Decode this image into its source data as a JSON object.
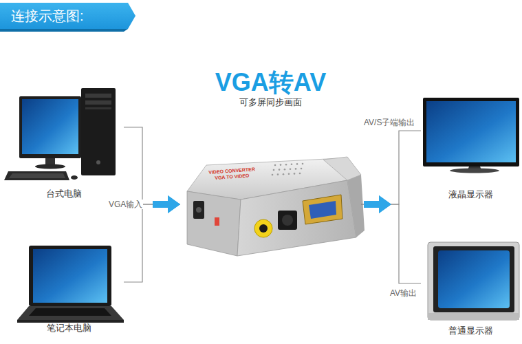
{
  "diagram": {
    "title": "连接示意图:",
    "nodes": [
      {
        "text": [
          "台式电脑"
        ]
      },
      {
        "text": [
          "笔记本电脑"
        ]
      },
      {
        "text": [
          "VGA转AV",
          "可多屏同步画面"
        ]
      },
      {
        "text": [
          "液晶显示器"
        ]
      },
      {
        "text": [
          "普通显示器"
        ]
      }
    ],
    "edges": [
      {
        "from": 0,
        "to": 2,
        "label": "VGA输入",
        "arrow": "to"
      },
      {
        "from": 1,
        "to": 2,
        "arrow": "to"
      },
      {
        "from": 2,
        "to": 3,
        "label": "AV/S子端输出",
        "arrow": "to"
      },
      {
        "from": 2,
        "to": 4,
        "label": "AV输出",
        "arrow": "to"
      }
    ],
    "labels": [
      "VIDEO CONVERTER",
      "VGA TO VIDEO"
    ]
  }
}
